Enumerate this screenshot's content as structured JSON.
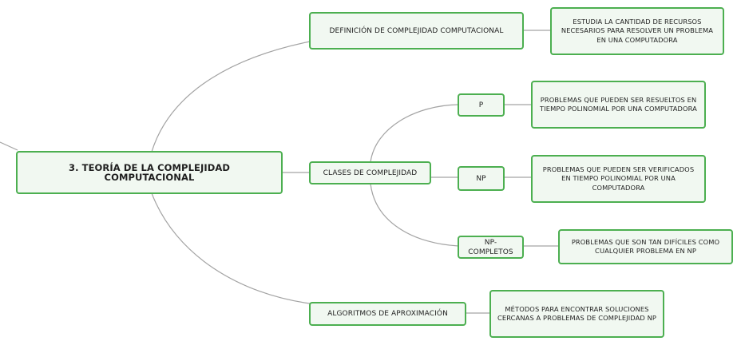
{
  "mindmap": {
    "root": "3. TEORÍA DE LA COMPLEJIDAD COMPUTACIONAL",
    "branches": {
      "definicion": {
        "label": "DEFINICIÓN DE COMPLEJIDAD COMPUTACIONAL",
        "detail": "ESTUDIA LA CANTIDAD DE RECURSOS NECESARIOS PARA RESOLVER UN PROBLEMA EN UNA COMPUTADORA"
      },
      "clases": {
        "label": "CLASES DE COMPLEJIDAD",
        "p": {
          "label": "P",
          "detail": "PROBLEMAS QUE PUEDEN SER RESUELTOS EN TIEMPO POLINOMIAL POR UNA COMPUTADORA"
        },
        "np": {
          "label": "NP",
          "detail": "PROBLEMAS QUE PUEDEN SER VERIFICADOS EN TIEMPO POLINOMIAL POR UNA COMPUTADORA"
        },
        "npc": {
          "label": "NP-COMPLETOS",
          "detail": "PROBLEMAS QUE SON TAN DIFÍCILES COMO CUALQUIER PROBLEMA EN NP"
        }
      },
      "algoritmos": {
        "label": "ALGORITMOS DE APROXIMACIÓN",
        "detail": "MÉTODOS PARA ENCONTRAR SOLUCIONES CERCANAS A PROBLEMAS DE COMPLEJIDAD NP"
      }
    }
  },
  "colors": {
    "node_border": "#4caf50",
    "node_fill": "#f1f8f1",
    "connector": "#9e9e9e"
  }
}
